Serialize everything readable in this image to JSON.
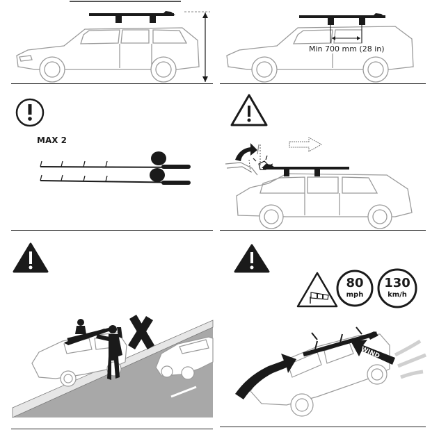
{
  "panels": {
    "p1": {
      "icon": "car-roof-height-icon"
    },
    "p2": {
      "min_distance_label": "Min 700 mm (28 in)"
    },
    "p3": {
      "icon": "attention-icon",
      "max_label": "MAX 2"
    },
    "p4": {
      "icon": "warning-triangle-icon"
    },
    "p5": {
      "icon": "warning-triangle-icon"
    },
    "p6": {
      "icon": "warning-triangle-icon",
      "speed_mph": "80",
      "unit_mph": "mph",
      "speed_kmh": "130",
      "unit_kmh": "km/h",
      "wind_label": "WIND"
    }
  },
  "colors": {
    "ink": "#1a1a1a",
    "line": "#9a9a9a",
    "road": "#a8a8a8",
    "wind": "#d0d0d0"
  }
}
